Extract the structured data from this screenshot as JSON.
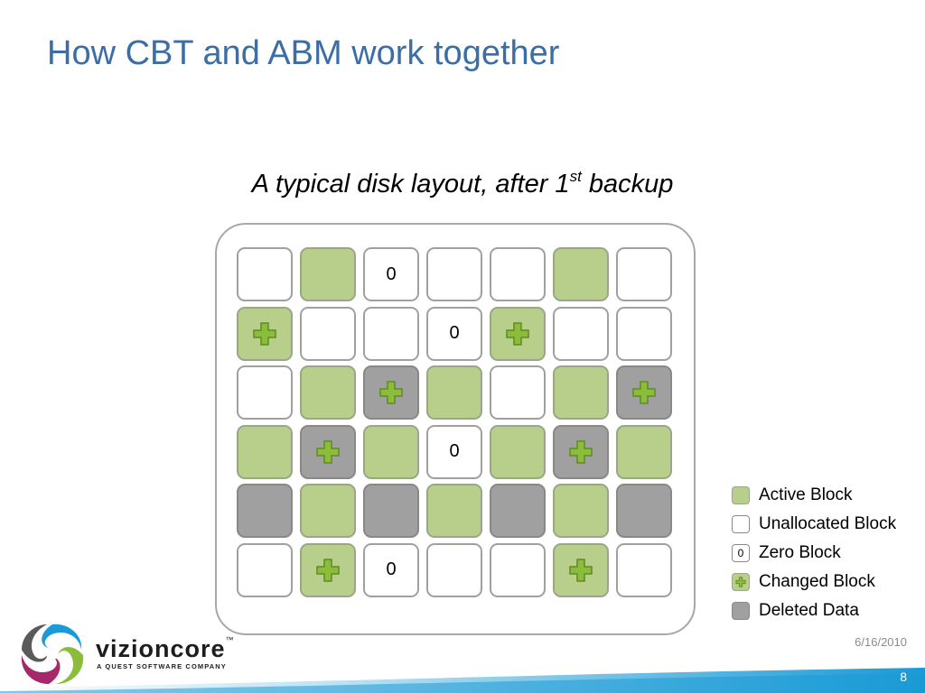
{
  "slide": {
    "title": "How CBT and ABM work together",
    "subtitle_main": "A typical disk layout, after 1",
    "subtitle_sup": "st",
    "subtitle_tail": " backup",
    "date": "6/16/2010",
    "page_number": "8"
  },
  "brand": {
    "name": "vizioncore",
    "trademark": "™",
    "tagline": "A QUEST SOFTWARE COMPANY"
  },
  "diagram": {
    "zero_label": "0",
    "rows": [
      [
        "U",
        "A",
        "Z",
        "U",
        "U",
        "A",
        "U"
      ],
      [
        "CA",
        "U",
        "U",
        "Z",
        "CA",
        "U",
        "U"
      ],
      [
        "U",
        "A",
        "CD",
        "A",
        "U",
        "A",
        "CD"
      ],
      [
        "A",
        "CD",
        "A",
        "Z",
        "A",
        "CD",
        "A"
      ],
      [
        "D",
        "A",
        "D",
        "A",
        "D",
        "A",
        "D"
      ],
      [
        "U",
        "CA",
        "Z",
        "U",
        "U",
        "CA",
        "U"
      ]
    ]
  },
  "legend": [
    {
      "type": "A",
      "label": "Active Block"
    },
    {
      "type": "U",
      "label": "Unallocated Block"
    },
    {
      "type": "Z",
      "label": "Zero Block",
      "symbol": "0"
    },
    {
      "type": "C",
      "label": "Changed Block"
    },
    {
      "type": "D",
      "label": "Deleted Data"
    }
  ],
  "colors": {
    "title": "#3a6ea5",
    "active": "#b8cf8c",
    "deleted": "#a0a0a0",
    "plus": "#8bbd3a",
    "footer": "#1a9ad6"
  }
}
